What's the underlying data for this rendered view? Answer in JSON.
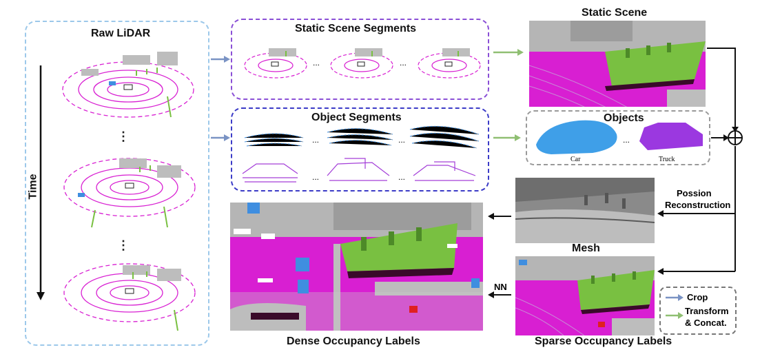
{
  "raw_lidar": {
    "title": "Raw LiDAR",
    "time_label": "Time",
    "ellipsis": "⋮"
  },
  "static_segments": {
    "title": "Static Scene Segments",
    "ellipsis": "..."
  },
  "object_segments": {
    "title": "Object Segments",
    "ellipsis": "..."
  },
  "static_scene": {
    "title": "Static Scene"
  },
  "objects": {
    "title": "Objects",
    "car_label": "Car",
    "truck_label": "Truck",
    "ellipsis": "..."
  },
  "mesh": {
    "title": "Mesh",
    "poisson_line1": "Possion",
    "poisson_line2": "Reconstruction"
  },
  "dense": {
    "title": "Dense Occupancy Labels",
    "nn_label": "NN"
  },
  "sparse": {
    "title": "Sparse Occupancy Labels"
  },
  "legend": {
    "crop_label": "Crop",
    "transform_line1": "Transform",
    "transform_line2": "& Concat."
  },
  "colors": {
    "crop_arrow": "#7a93c4",
    "transform_arrow": "#8fbf72",
    "raw_box": "#9cc8ea",
    "static_box": "#8a4fd6",
    "object_box": "#3b3bc7",
    "objects_box": "#999999",
    "magenta": "#d81fd2",
    "green": "#79c041",
    "blue": "#3f8ee0",
    "purple": "#9b38e0"
  },
  "icons": [
    "plus-circle-icon",
    "crop-arrow-icon",
    "transform-arrow-icon"
  ]
}
